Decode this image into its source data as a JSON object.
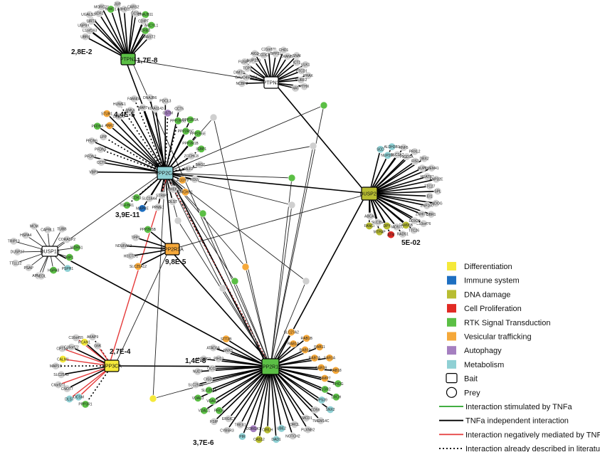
{
  "colors": {
    "differentiation": "#f5e93a",
    "immune": "#1e6fc1",
    "dna": "#b8bd32",
    "proliferation": "#e12a24",
    "rtk": "#5bbf45",
    "vesicular": "#f5a83a",
    "autophagy": "#a57fc0",
    "metabolism": "#8fd0d4",
    "grey": "#cfcfcf"
  },
  "baits": [
    {
      "name": "PTPN2",
      "color": "rtk"
    },
    {
      "name": "PTPN3",
      "color": "none"
    },
    {
      "name": "PPP2CA",
      "color": "metabolism"
    },
    {
      "name": "DUSP26",
      "color": "dna"
    },
    {
      "name": "DUSP18",
      "color": "none"
    },
    {
      "name": "PPP2R3A",
      "color": "vesicular"
    },
    {
      "name": "PPP3CA",
      "color": "differentiation"
    },
    {
      "name": "PPP2R1A",
      "color": "rtk"
    }
  ],
  "pvalues": [
    "2,8E-2",
    "1,7E-8",
    "4,4E-5",
    "3,9E-11",
    "5E-02",
    "9,8E-5",
    "2,7E-4",
    "1,4E-8",
    "3,7E-6"
  ],
  "legend": [
    {
      "label": "Differentiation",
      "kind": "color",
      "color": "differentiation"
    },
    {
      "label": "Immune system",
      "kind": "color",
      "color": "immune"
    },
    {
      "label": "DNA damage",
      "kind": "color",
      "color": "dna"
    },
    {
      "label": "Cell Proliferation",
      "kind": "color",
      "color": "proliferation"
    },
    {
      "label": "RTK Signal Transduction",
      "kind": "color",
      "color": "rtk"
    },
    {
      "label": "Vesicular trafficking",
      "kind": "color",
      "color": "vesicular"
    },
    {
      "label": "Autophagy",
      "kind": "color",
      "color": "autophagy"
    },
    {
      "label": "Metabolism",
      "kind": "color",
      "color": "metabolism"
    },
    {
      "label": "Bait",
      "kind": "bait"
    },
    {
      "label": "Prey",
      "kind": "prey"
    },
    {
      "label": "Interaction stimulated  by TNFa",
      "kind": "line",
      "style": "green"
    },
    {
      "label": "TNFa independent interaction",
      "kind": "line",
      "style": "black"
    },
    {
      "label": "Interaction negatively mediated by TNFa",
      "kind": "line",
      "style": "red"
    },
    {
      "label": "Interaction already described in literature",
      "kind": "line",
      "style": "dotted"
    }
  ],
  "preys": {
    "PTPN2": [
      "UBR4",
      "C1orf163",
      "USP9X",
      "SIRT3",
      "UGALS3B",
      "SDF2",
      "MORC2A",
      "WWC1",
      "JUP",
      "ABHD10",
      "CARS2",
      "GCSH",
      "DNAJB11",
      "CDIPT",
      "ARCYL1",
      "CRB3",
      "MAST2"
    ],
    "PTPN3": [
      "NCBP2",
      "GADD45GIP1",
      "DIMT1L",
      "TCP1",
      "FUSIP1",
      "NUP210",
      "AIG2",
      "CCDC3",
      "C21orf70",
      "BPP21",
      "CHD1",
      "ZRANB2",
      "SNAI",
      "ICT1",
      "ULK1",
      "PTCD1",
      "PHAX",
      "SURF2",
      "PTHX",
      "NAT"
    ],
    "PPP2CA": [
      "VBP1",
      "CCT8",
      "PFDN2",
      "PFDN5",
      "PFDN6",
      "LPP",
      "PFDN4",
      "ANK2",
      "STUB1",
      "UBE2C",
      "HUWE1",
      "ANKA",
      "FAM40A",
      "MAP7",
      "DNAJB6",
      "KIAA1143",
      "PDCL3",
      "GSTM",
      "CCT5",
      "PPP2R5B",
      "PPP2R5A",
      "PPP2R5C",
      "PPP2R5E",
      "PPP2R1B",
      "IGBP1",
      "ZCCHC8",
      "BAG2",
      "MLF2",
      "ROLV",
      "ACOT9",
      "SMCHD1",
      "CHEK2",
      "DLST",
      "STRIP2",
      "PPME1",
      "SLC16A4",
      "MAPRE",
      "CDK1",
      "TGFBR1"
    ],
    "DUSP26": [
      "SCD",
      "NUP205",
      "ALDH3B1",
      "SLC1A3",
      "RNF5",
      "HIGD1A",
      "PRXL2",
      "FIS1",
      "DBX2",
      "AUP1",
      "TMEM41",
      "HEATR1",
      "ANP32E",
      "TTC27",
      "SPL",
      "EI1",
      "ENDOG",
      "ZNF160",
      "DBR1",
      "ZNHIT2",
      "C10orf76",
      "DDX20",
      "TTC26",
      "FAM96B",
      "RAD51",
      "RAD51C",
      "ATM",
      "DPY",
      "MTPAP",
      "SLC35A",
      "FANCI",
      "ABCA2"
    ],
    "DUSP18": [
      "APMAP",
      "PSAP",
      "TTLL12",
      "DUSP27",
      "TRIP13",
      "HSPA4",
      "MCM",
      "CAPRL1",
      "TUBB",
      "CORASP2",
      "WDR61",
      "RIP1",
      "PSPH1",
      "HSPA8",
      "NEDL"
    ],
    "PPP2R3A": [
      "SLC25A12",
      "HECTD1",
      "NDUFAF2",
      "TPP1",
      "PPP2R5B"
    ],
    "PPP3CA": [
      "PPP3R1",
      "OCSM",
      "DLST",
      "CNOT7",
      "C6orf211",
      "SLC25A3",
      "MAP1S",
      "CALM1",
      "CPT1A",
      "C16orf72",
      "C16orf55",
      "RCAN1",
      "AKAP9",
      "G6K"
    ],
    "PPP2R1A": [
      "SLC27A2",
      "RAB1A",
      "RAB1B",
      "RAB10",
      "RAB11",
      "RAB7A",
      "SAR1A",
      "SAR1B",
      "RAB18",
      "VAMP7",
      "RHOG",
      "PLGR2",
      "LRCH",
      "VPS39",
      "SNX2",
      "CD59",
      "TMEM14C",
      "TMCD1",
      "PLXNB2",
      "ORCL",
      "NOTCH2",
      "UBE2",
      "DAD1",
      "CIRLH",
      "CAS12",
      "DDRGK1",
      "PIR",
      "TREX1",
      "CYB5R3",
      "ERGIC1",
      "FSIP",
      "PROS",
      "VDAC1",
      "VDAC2",
      "VDAC3",
      "SLC25A5",
      "SLC25A6",
      "CISD3",
      "NUDT",
      "OCCL",
      "VKORC1",
      "PIH12",
      "ATAD3A",
      "SNX3",
      "STT3B"
    ]
  }
}
